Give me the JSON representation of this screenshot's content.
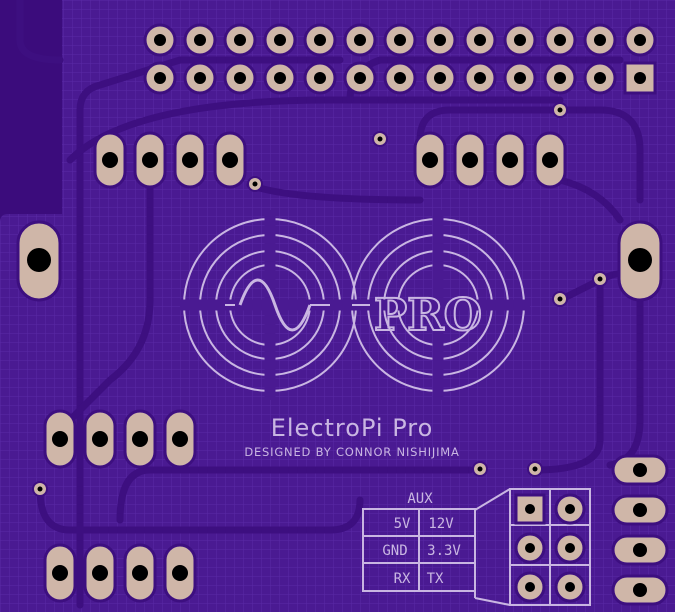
{
  "brand": {
    "logo_text": "PRO",
    "name": "ElectroPi Pro",
    "credit": "DESIGNED BY CONNOR NISHIJIMA"
  },
  "aux_block": {
    "title": "AUX",
    "rows": [
      [
        "5V",
        "12V"
      ],
      [
        "GND",
        "3.3V"
      ],
      [
        "RX",
        "TX"
      ]
    ]
  },
  "colors": {
    "board": "#3b0c7c",
    "copper_fill": "#4a1a92",
    "silkscreen": "#c9b6e2",
    "pad": "#cfb6a8",
    "drill": "#000000"
  },
  "components": {
    "gpio_header": {
      "rows": 2,
      "columns": 13
    },
    "connectors": [
      "J1 4-pin",
      "J2 4-pin",
      "J3 4-pin",
      "J4 4-pin",
      "AUX 2x3",
      "right 4-pin"
    ]
  }
}
